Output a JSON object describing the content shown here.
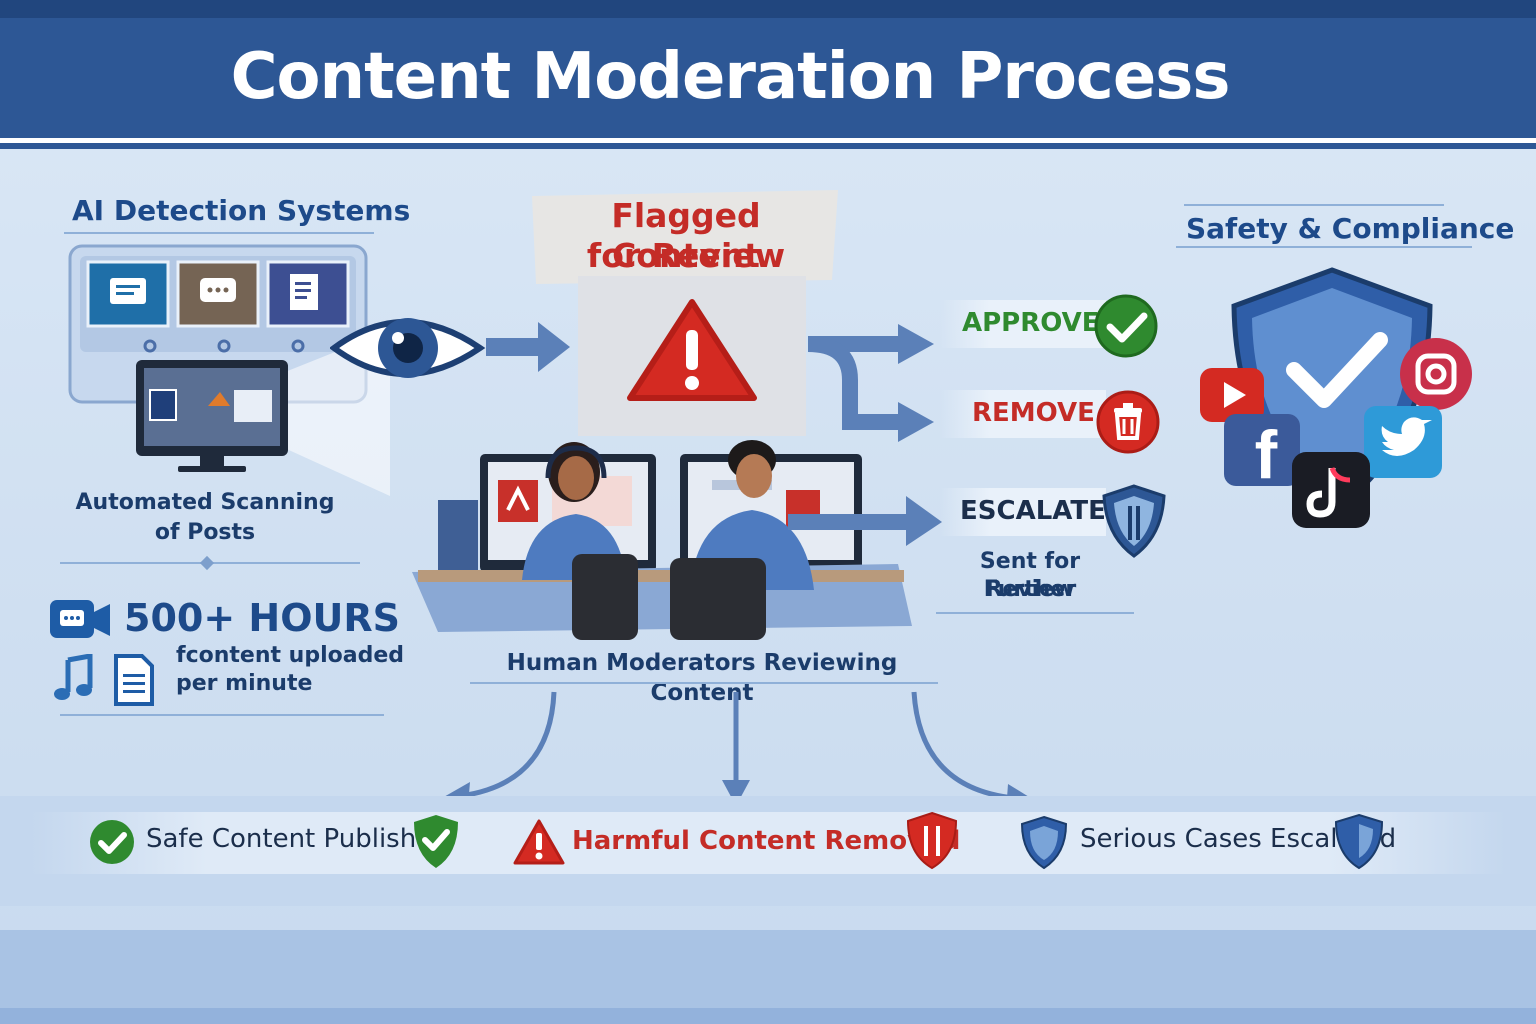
{
  "header": {
    "title": "Content Moderation Process"
  },
  "ai_detection": {
    "title": "AI Detection Systems",
    "caption_line1": "Automated Scanning",
    "caption_line2": "of Posts"
  },
  "stats": {
    "headline": "500+ HOURS",
    "line1": "fcontent uploaded",
    "line2": "per minute"
  },
  "flagged": {
    "line1": "Flagged Content",
    "line2": "for Review"
  },
  "moderators": {
    "caption": "Human Moderators Reviewing Content"
  },
  "actions": {
    "approve": "APPROVE",
    "remove": "REMOVE",
    "escalate": "ESCALATE",
    "escalate_note_line1": "Sent for Further",
    "escalate_note_line2": "Review"
  },
  "safety": {
    "title": "Safety & Compliance"
  },
  "outcomes": {
    "safe": "Safe Content Published",
    "harmful": "Harmful Content Removed",
    "serious": "Serious Cases Escalated"
  },
  "colors": {
    "header_blue": "#2d5795",
    "approve_green": "#2f8a2f",
    "remove_red": "#c42c27",
    "escalate_blue": "#1d4a8a"
  },
  "icons": [
    "chat-icon",
    "comment-icon",
    "document-icon",
    "eye-icon",
    "warning-icon",
    "check-icon",
    "trash-icon",
    "shield-icon",
    "youtube-icon",
    "instagram-icon",
    "facebook-icon",
    "twitter-icon",
    "tiktok-icon",
    "music-icon",
    "video-chat-icon"
  ]
}
